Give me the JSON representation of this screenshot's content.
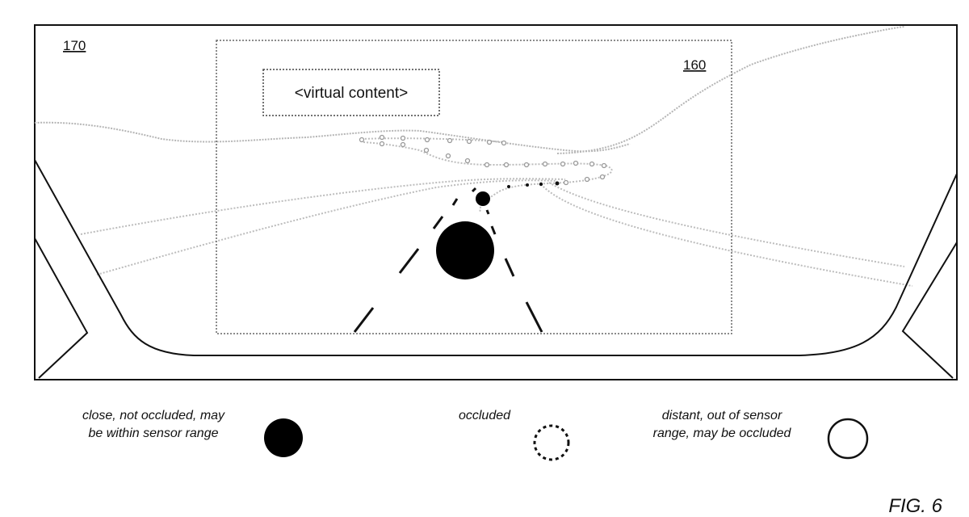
{
  "figure": {
    "label": "FIG. 6",
    "windshield_ref": "170",
    "display_ref": "160",
    "virtual_content": "<virtual content>"
  },
  "legend": [
    {
      "line1": "close, not occluded, may",
      "line2": "be within sensor range",
      "marker": "filled-circle"
    },
    {
      "line1": "occluded",
      "line2": "",
      "marker": "dashed-circle"
    },
    {
      "line1": "distant, out of sensor",
      "line2": "range, may be occluded",
      "marker": "open-circle"
    }
  ]
}
